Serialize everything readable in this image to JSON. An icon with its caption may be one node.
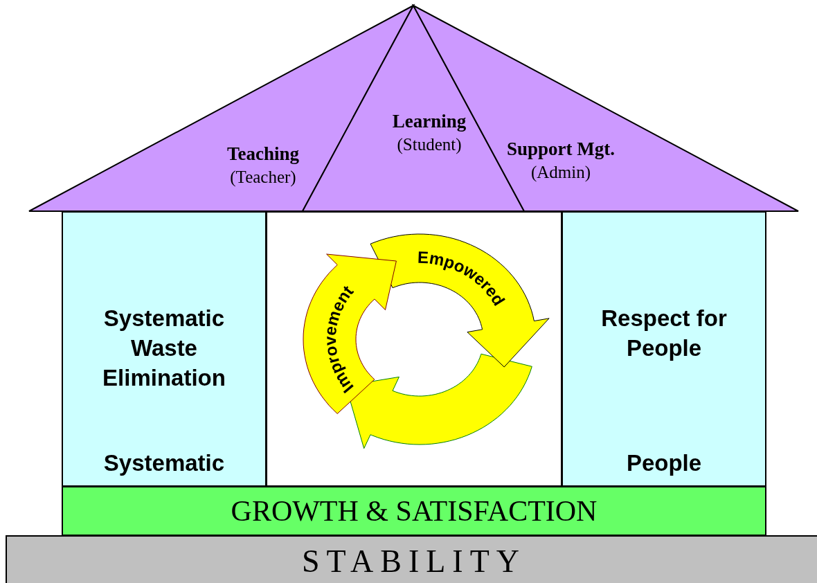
{
  "diagram": {
    "nodes": [
      {
        "text": [
          "Teaching",
          "(Teacher)"
        ]
      },
      {
        "text": [
          "Learning",
          "(Student)"
        ]
      },
      {
        "text": [
          "Support Mgt.",
          "(Admin)"
        ]
      },
      {
        "text": [
          "Systematic Waste Elimination",
          "Systematic"
        ]
      },
      {
        "text": [],
        "shape": "box"
      },
      {
        "text": [
          "Respect for People",
          "People"
        ]
      },
      {
        "text": [
          "GROWTH & SATISFACTION"
        ]
      },
      {
        "text": [
          "STABILITY"
        ]
      }
    ],
    "edges": [],
    "labels": [
      "Improvement",
      "Empowered"
    ]
  }
}
